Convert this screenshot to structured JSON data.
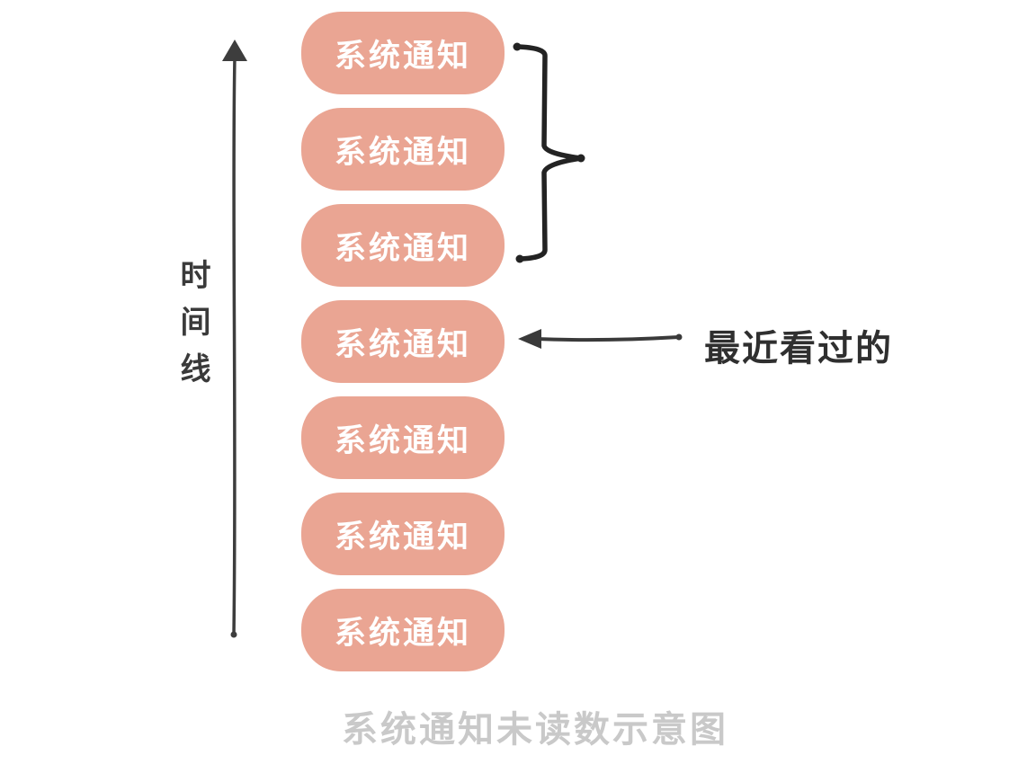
{
  "timeline": {
    "label": "时间线"
  },
  "notifications": {
    "items": [
      "系统通知",
      "系统通知",
      "系统通知",
      "系统通知",
      "系统通知",
      "系统通知",
      "系统通知"
    ]
  },
  "annotation": {
    "label": "最近看过的"
  },
  "caption": "系统通知未读数示意图",
  "colors": {
    "card_fill": "#EAA593",
    "card_text": "#FFFFFF",
    "ink": "#3A3A3A",
    "brace_ink": "#232323",
    "caption_text": "#C9C9C9"
  }
}
